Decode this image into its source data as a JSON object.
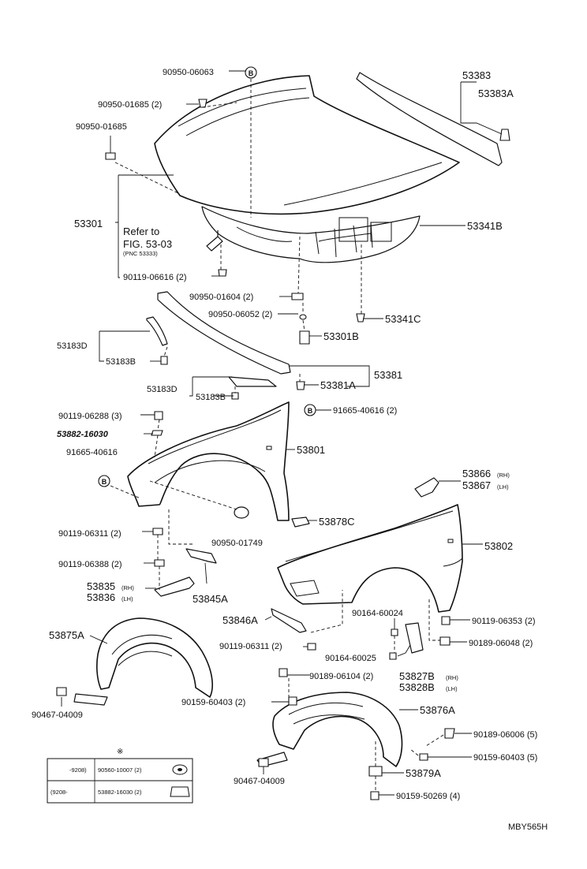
{
  "labels": {
    "p_90950_06063": "90950-06063",
    "p_90950_01685_2": "90950-01685 (2)",
    "p_90950_01685": "90950-01685",
    "p_53383": "53383",
    "p_53383a": "53383A",
    "p_53301": "53301",
    "refer1": "Refer to",
    "refer2": "FIG. 53-03",
    "refer3": "(PNC 53333)",
    "p_90119_06616": "90119-06616 (2)",
    "p_53341b": "53341B",
    "p_90950_01604": "90950-01604 (2)",
    "p_90950_06052": "90950-06052 (2)",
    "p_53341c": "53341C",
    "p_53301b": "53301B",
    "p_53183d_a": "53183D",
    "p_53183b_a": "53183B",
    "p_53381": "53381",
    "p_53381a": "53381A",
    "p_53183d_b": "53183D",
    "p_53183b_b": "53183B",
    "p_90119_06288": "90119-06288 (3)",
    "p_53882": "53882-16030",
    "p_91665_40616_2": "91665-40616 (2)",
    "p_91665_40616": "91665-40616",
    "p_53801": "53801",
    "p_53866": "53866",
    "p_53866_sfx": "(RH)",
    "p_53867": "53867",
    "p_53867_sfx": "(LH)",
    "p_53878c": "53878C",
    "p_90950_01749": "90950-01749",
    "p_53802": "53802",
    "p_90119_06311_a": "90119-06311 (2)",
    "p_90119_06388": "90119-06388 (2)",
    "p_53835": "53835",
    "p_53835_sfx": "(RH)",
    "p_53836": "53836",
    "p_53836_sfx": "(LH)",
    "p_53845a": "53845A",
    "p_53846a": "53846A",
    "p_90164_60024": "90164-60024",
    "p_90119_06353": "90119-06353 (2)",
    "p_90119_06311_b": "90119-06311 (2)",
    "p_90164_60025": "90164-60025",
    "p_90189_06048": "90189-06048 (2)",
    "p_53875a": "53875A",
    "p_90189_06104": "90189-06104 (2)",
    "p_53827b": "53827B",
    "p_53827b_sfx": "(RH)",
    "p_53828b": "53828B",
    "p_53828b_sfx": "(LH)",
    "p_90159_60403_2": "90159-60403 (2)",
    "p_53876a": "53876A",
    "p_90467_04009_a": "90467-04009",
    "p_90189_06006": "90189-06006 (5)",
    "p_90159_60403_5": "90159-60403 (5)",
    "p_90467_04009_b": "90467-04009",
    "p_53879a": "53879A",
    "p_90159_50269": "90159-50269 (4)",
    "circle_b": "B",
    "footer_code": "MBY565H"
  },
  "legend_table": {
    "mark": "※",
    "row1_range": "-9208)",
    "row1_part": "90560-10007 (2)",
    "row2_range": "(9208-",
    "row2_part": "53882-16030 (2)"
  }
}
